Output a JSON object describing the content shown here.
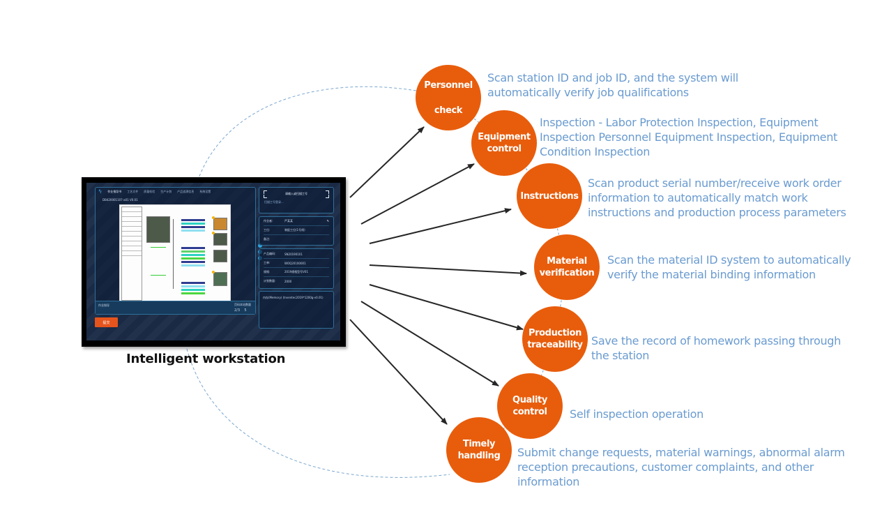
{
  "workstation": {
    "label": "Intelligent workstation",
    "screen": {
      "nav_items": [
        "作业指导书",
        "工艺文件",
        "质量检验",
        "生产计划",
        "产品追溯信息",
        "系统设置"
      ],
      "doc_code": "DB420001107-a01 V0.01",
      "status_label": "作业指导",
      "page_label": "页码",
      "page_value": "2/3",
      "qty_label": "本站数量",
      "qty_value": "5",
      "submit_button": "提交",
      "scan_title": "请输入或扫描工号",
      "scan_hint": "扫描工号登录...",
      "info_rows": [
        {
          "key": "作业者:",
          "value": "严某某"
        },
        {
          "key": "工位:",
          "value": "装配工位(1号线)"
        },
        {
          "key": "备注:",
          "value": ""
        }
      ],
      "order_rows": [
        {
          "key": "产品编码:",
          "value": "SN20190101"
        },
        {
          "key": "工单:",
          "value": "WOQ20100001"
        },
        {
          "key": "规格:",
          "value": "2019规格型号V01"
        },
        {
          "key": "计划数量:",
          "value": "2000"
        }
      ],
      "memo": "内存(Memory) (Inventec2019*1200g-v0.01)"
    }
  },
  "colors": {
    "node_fill": "#e85d0c",
    "description_text": "#6a9bd0",
    "arrow": "#262626",
    "dashed_arc": "#7aa6cf",
    "screen_bg": "#1a2a45",
    "submit_button": "#e5541c"
  },
  "nodes": [
    {
      "id": "personnel-check",
      "label_lines": [
        "Personnel",
        "check"
      ],
      "description_lines": [
        "Scan station ID and job ID, and the system will",
        "automatically verify job qualifications"
      ]
    },
    {
      "id": "equipment-control",
      "label_lines": [
        "Equipment",
        "control"
      ],
      "description_lines": [
        "Inspection - Labor Protection Inspection, Equipment",
        "Inspection Personnel Equipment Inspection, Equipment",
        "Condition Inspection"
      ]
    },
    {
      "id": "instructions",
      "label_lines": [
        "Instructions"
      ],
      "description_lines": [
        "Scan product serial number/receive work order",
        "information to automatically match work",
        "instructions and production process parameters"
      ]
    },
    {
      "id": "material-verification",
      "label_lines": [
        "Material",
        "verification"
      ],
      "description_lines": [
        "Scan the material ID system to automatically",
        "verify the material binding information"
      ]
    },
    {
      "id": "production-traceability",
      "label_lines": [
        "Production",
        "traceability"
      ],
      "description_lines": [
        "Save the record of homework passing through",
        "the station"
      ]
    },
    {
      "id": "quality-control",
      "label_lines": [
        "Quality",
        "control"
      ],
      "description_lines": [
        "Self inspection operation"
      ]
    },
    {
      "id": "timely-handling",
      "label_lines": [
        "Timely",
        "handling"
      ],
      "description_lines": [
        "Submit change requests, material warnings, abnormal alarm",
        "reception precautions, customer complaints, and other",
        "information"
      ]
    }
  ]
}
